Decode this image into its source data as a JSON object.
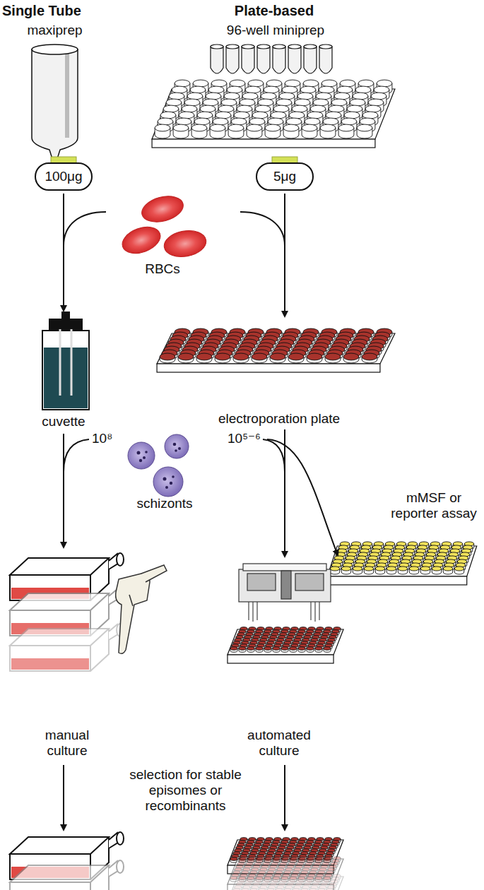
{
  "diagram": {
    "nodes": [
      {
        "text": [
          "100μg"
        ]
      },
      {
        "text": [
          "5μg"
        ]
      }
    ],
    "labels": [
      "Single Tube",
      "Plate-based",
      "maxiprep",
      "96-well miniprep",
      "RBCs",
      "cuvette",
      "electroporation plate",
      "10⁸",
      "10⁵⁻⁶",
      "schizonts",
      "mMSF or reporter assay",
      "manual culture",
      "automated culture",
      "selection for stable episomes or recombinants"
    ]
  }
}
